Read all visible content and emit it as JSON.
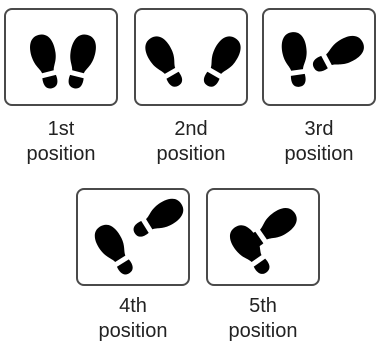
{
  "positions": [
    {
      "number": "1st",
      "word": "position"
    },
    {
      "number": "2nd",
      "word": "position"
    },
    {
      "number": "3rd",
      "word": "position"
    },
    {
      "number": "4th",
      "word": "position"
    },
    {
      "number": "5th",
      "word": "position"
    }
  ],
  "colors": {
    "footprint": "#000000",
    "frame": "#4a4a4a",
    "text": "#222222"
  },
  "icon": "footprint-icon"
}
